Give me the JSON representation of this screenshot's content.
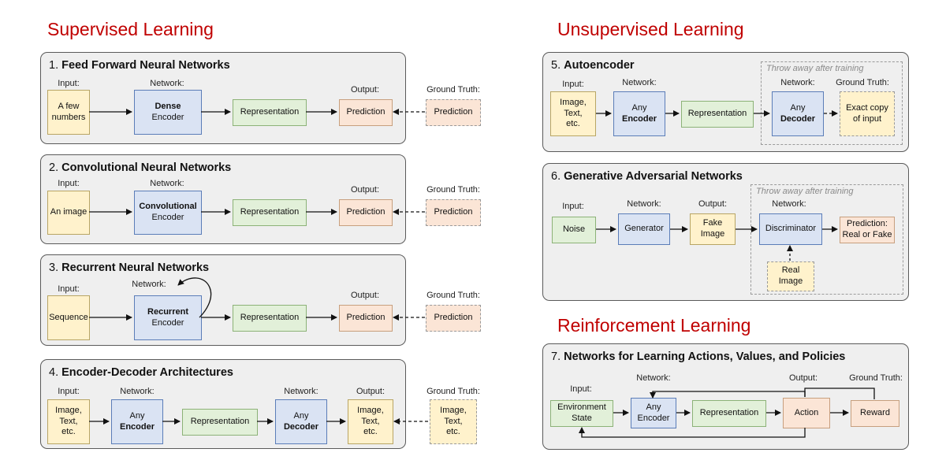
{
  "sections": {
    "supervised": "Supervised Learning",
    "unsupervised": "Unsupervised Learning",
    "reinforcement": "Reinforcement Learning"
  },
  "labels": {
    "input": "Input:",
    "network": "Network:",
    "output": "Output:",
    "ground_truth": "Ground Truth:",
    "throw_away": "Throw away after training"
  },
  "panel1": {
    "num": "1.",
    "title": "Feed Forward Neural Networks",
    "input": [
      "A few",
      "numbers"
    ],
    "network_bold": "Dense",
    "network": "Encoder",
    "representation": "Representation",
    "output": "Prediction",
    "ground_truth": "Prediction"
  },
  "panel2": {
    "num": "2.",
    "title": "Convolutional Neural Networks",
    "input": "An image",
    "network_bold": "Convolutional",
    "network": "Encoder",
    "representation": "Representation",
    "output": "Prediction",
    "ground_truth": "Prediction"
  },
  "panel3": {
    "num": "3.",
    "title": "Recurrent Neural Networks",
    "input": "Sequence",
    "network_bold": "Recurrent",
    "network": "Encoder",
    "representation": "Representation",
    "output": "Prediction",
    "ground_truth": "Prediction"
  },
  "panel4": {
    "num": "4.",
    "title": "Encoder-Decoder Architectures",
    "input": [
      "Image,",
      "Text,",
      "etc."
    ],
    "encoder_pre": "Any",
    "encoder_bold": "Encoder",
    "representation": "Representation",
    "decoder_pre": "Any",
    "decoder_bold": "Decoder",
    "output": [
      "Image,",
      "Text,",
      "etc."
    ],
    "ground_truth": [
      "Image,",
      "Text,",
      "etc."
    ]
  },
  "panel5": {
    "num": "5.",
    "title": "Autoencoder",
    "input": [
      "Image,",
      "Text,",
      "etc."
    ],
    "encoder_pre": "Any",
    "encoder_bold": "Encoder",
    "representation": "Representation",
    "decoder_pre": "Any",
    "decoder_bold": "Decoder",
    "ground_truth": [
      "Exact copy",
      "of input"
    ]
  },
  "panel6": {
    "num": "6.",
    "title": "Generative Adversarial Networks",
    "input": "Noise",
    "generator": "Generator",
    "output": [
      "Fake",
      "Image"
    ],
    "discriminator": "Discriminator",
    "prediction": [
      "Prediction:",
      "Real or Fake"
    ],
    "real": [
      "Real",
      "Image"
    ]
  },
  "panel7": {
    "num": "7.",
    "title": "Networks for Learning Actions, Values, and Policies",
    "input": [
      "Environment",
      "State"
    ],
    "encoder": [
      "Any",
      "Encoder"
    ],
    "representation": "Representation",
    "action": "Action",
    "reward": "Reward"
  }
}
